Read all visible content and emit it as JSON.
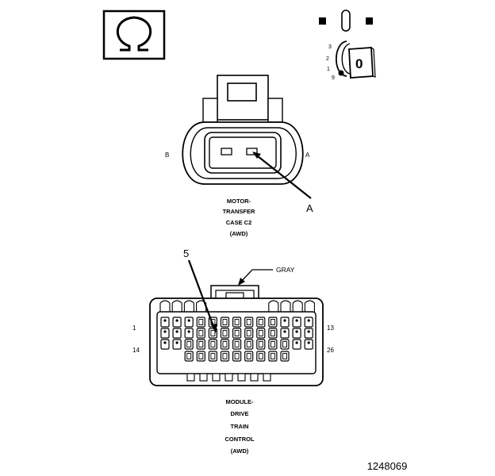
{
  "legend_symbol": {
    "glyph": "Ω",
    "icon": "ohmmeter-icon"
  },
  "ignition_switch": {
    "position_numbers": [
      "3",
      "2",
      "1",
      "9"
    ],
    "key_label": "0",
    "icon": "ignition-key-icon"
  },
  "connector_top": {
    "side_b": "B",
    "side_a": "A",
    "callout": "A",
    "name_lines": [
      "MOTOR-",
      "TRANSFER",
      "CASE C2",
      "(AWD)"
    ]
  },
  "connector_bottom": {
    "callout": "5",
    "color_label": "GRAY",
    "pin_1": "1",
    "pin_13": "13",
    "pin_14": "14",
    "pin_26": "26",
    "name_lines": [
      "MODULE-",
      "DRIVE",
      "TRAIN",
      "CONTROL",
      "(AWD)"
    ]
  },
  "figure_number": "1248069",
  "colors": {
    "line": "#000000",
    "background": "#ffffff"
  }
}
